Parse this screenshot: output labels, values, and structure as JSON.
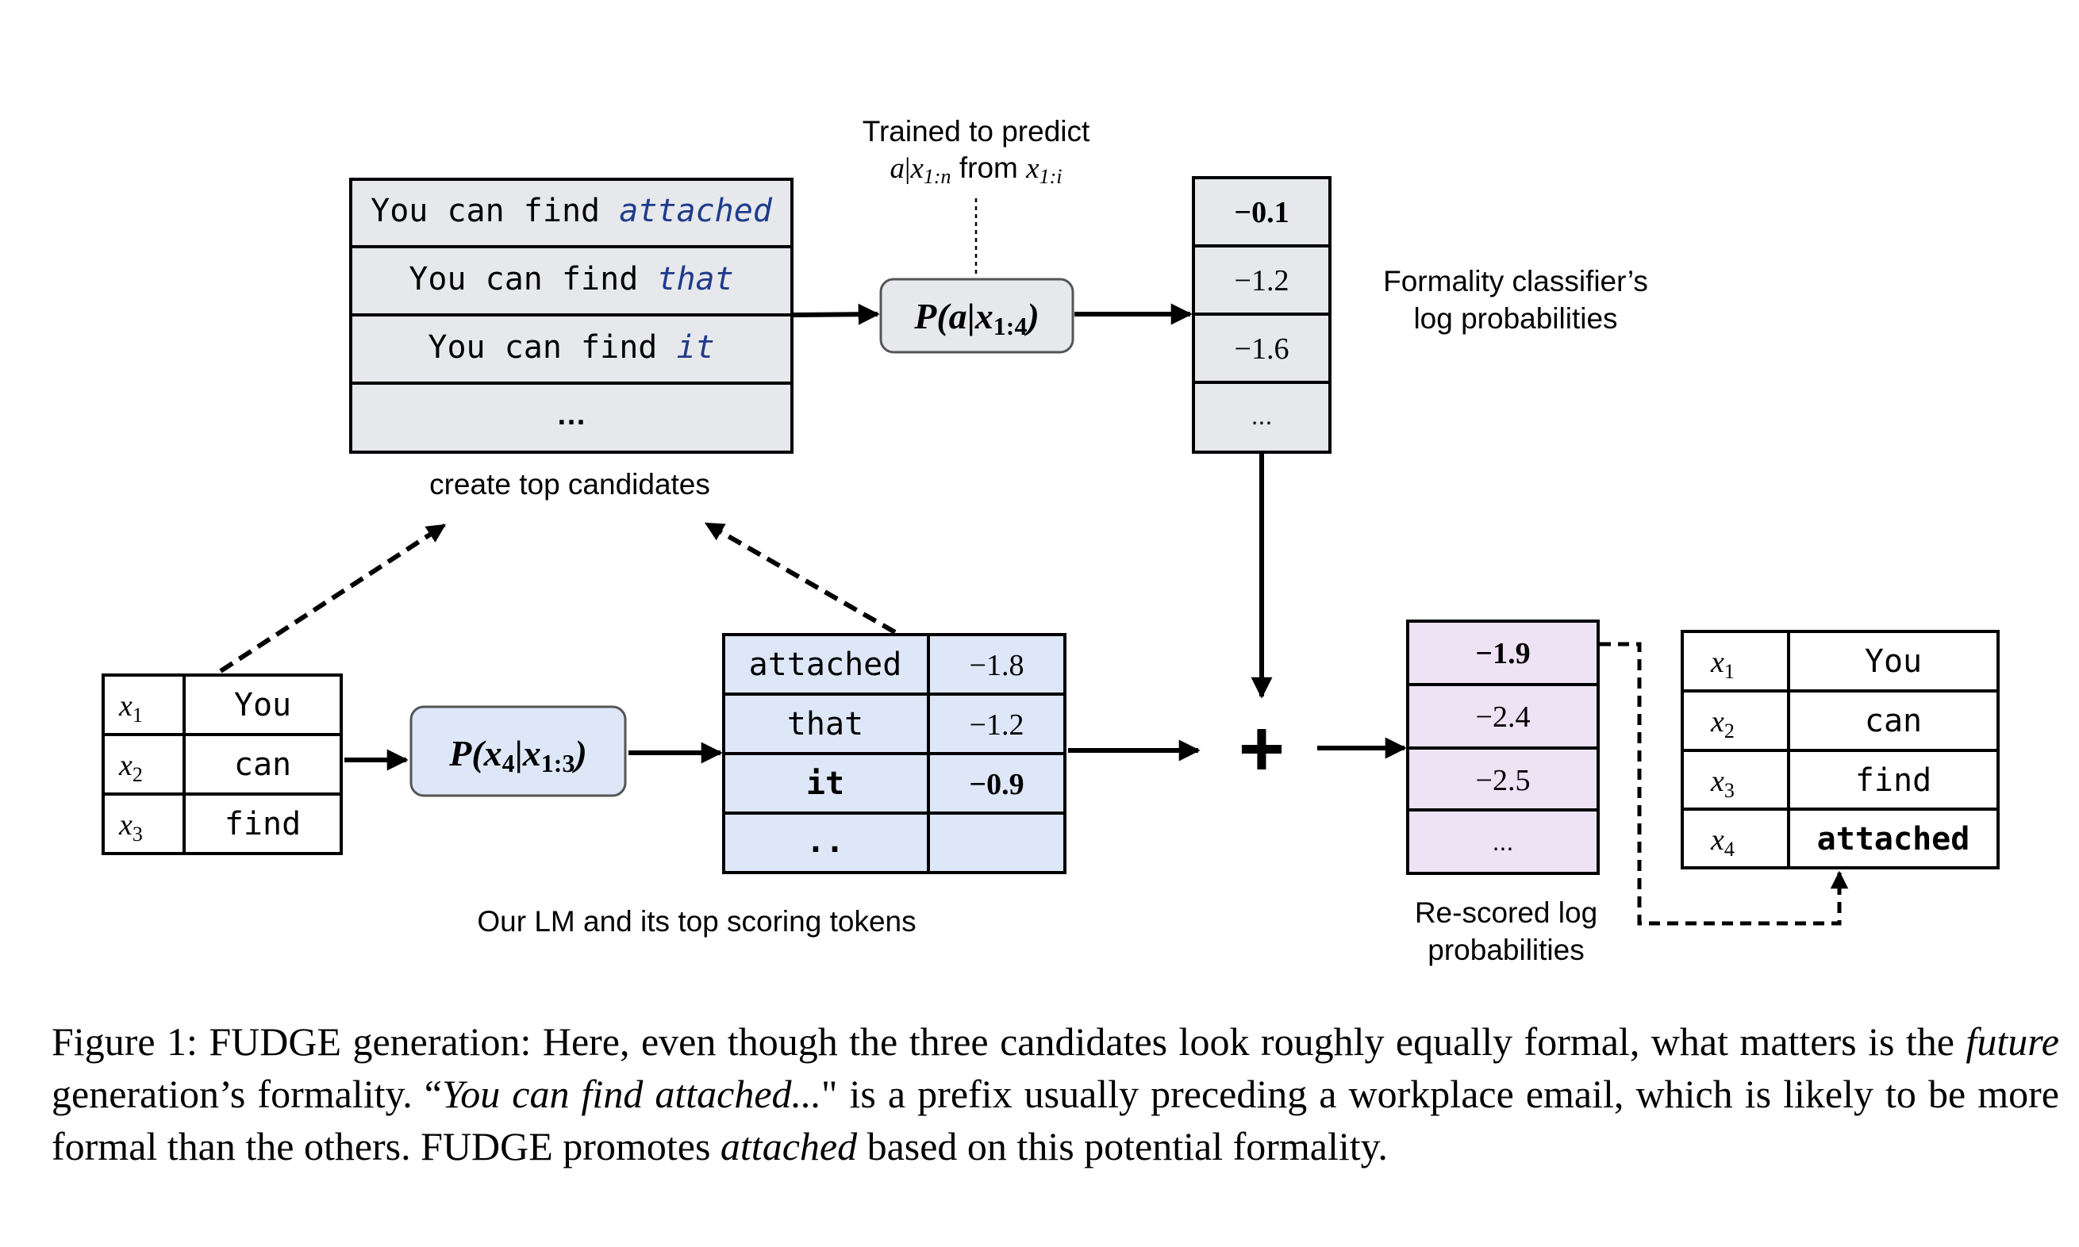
{
  "top_candidates": {
    "rows": [
      {
        "prefix": "You can find ",
        "token": "attached"
      },
      {
        "prefix": "You can find ",
        "token": "that"
      },
      {
        "prefix": "You can find ",
        "token": "it"
      },
      {
        "prefix": "",
        "token": ""
      }
    ],
    "ellipsis": "…",
    "label": "create top candidates"
  },
  "classifier": {
    "box": {
      "pre": "P(",
      "a": "a",
      "bar": "|",
      "x": "x",
      "sub": "1:4",
      "post": ")"
    },
    "note_line1": "Trained to predict",
    "note_a": "a",
    "note_bar": "|",
    "note_x1": "x",
    "note_sub1": "1:n",
    "note_from": " from ",
    "note_x2": "x",
    "note_sub2": "1:i"
  },
  "formality_scores": {
    "values": [
      "−0.1",
      "−1.2",
      "−1.6",
      "..."
    ],
    "label_line1": "Formality classifier’s",
    "label_line2": "log probabilities"
  },
  "prefix_table": {
    "rows": [
      {
        "var": "x",
        "sub": "1",
        "token": "You"
      },
      {
        "var": "x",
        "sub": "2",
        "token": "can"
      },
      {
        "var": "x",
        "sub": "3",
        "token": "find"
      }
    ]
  },
  "lm": {
    "box": {
      "pre": "P(",
      "x1": "x",
      "sub1": "4",
      "bar": "|",
      "x2": "x",
      "sub2": "1:3",
      "post": ")"
    },
    "label": "Our LM and its top scoring tokens"
  },
  "lm_tokens": {
    "rows": [
      {
        "token": "attached",
        "score": "−1.8"
      },
      {
        "token": "that",
        "score": "−1.2"
      },
      {
        "token": "it",
        "score": "−0.9"
      },
      {
        "token": "..",
        "score": ""
      }
    ]
  },
  "plus": "+",
  "rescored": {
    "values": [
      "−1.9",
      "−2.4",
      "−2.5",
      "..."
    ],
    "label_line1": "Re-scored log",
    "label_line2": "probabilities"
  },
  "result_table": {
    "rows": [
      {
        "var": "x",
        "sub": "1",
        "token": "You"
      },
      {
        "var": "x",
        "sub": "2",
        "token": "can"
      },
      {
        "var": "x",
        "sub": "3",
        "token": "find"
      },
      {
        "var": "x",
        "sub": "4",
        "token": "attached"
      }
    ]
  },
  "caption": {
    "p1": "Figure 1: FUDGE  generation: Here, even though the three candidates look roughly equally formal, what matters is the ",
    "em1": "future",
    "p2": " generation’s formality.  “",
    "em2": "You can find attached...",
    "p3": "\" is a prefix usually preceding a workplace email, which is likely to be more formal than the others. FUDGE  promotes ",
    "em3": "attached",
    "p4": " based on this potential formality."
  },
  "colors": {
    "gray_fill": "#e6e8eb",
    "blue_fill": "#dde7f8",
    "purple_fill": "#ede3f5",
    "token_blue": "#1f3c8c",
    "stroke": "#000000"
  }
}
